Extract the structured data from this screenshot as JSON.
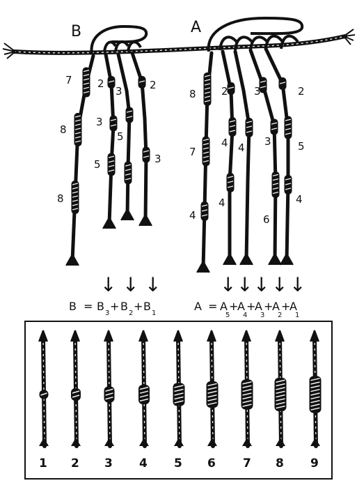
{
  "figure": {
    "quipu_B": {
      "label": "B",
      "pendants": [
        {
          "knots": [
            "7",
            "8",
            "8"
          ]
        },
        {
          "knots": [
            "2",
            "3",
            "5"
          ]
        },
        {
          "knots": [
            "3",
            "5"
          ]
        },
        {
          "knots": [
            "2",
            "3"
          ]
        }
      ]
    },
    "quipu_A": {
      "label": "A",
      "pendants": [
        {
          "knots": [
            "8",
            "7",
            "4"
          ]
        },
        {
          "knots": [
            "2",
            "4",
            "4"
          ]
        },
        {
          "knots": [
            "4"
          ]
        },
        {
          "knots": [
            "3",
            "3",
            "6"
          ]
        },
        {
          "knots": [
            "2",
            "5",
            "4"
          ]
        }
      ]
    },
    "arrow_glyph": "↓",
    "equation_B": {
      "lhs": "B",
      "eq": "=",
      "terms": [
        {
          "base": "B",
          "sub": "3"
        },
        {
          "base": "B",
          "sub": "2"
        },
        {
          "base": "B",
          "sub": "1"
        }
      ],
      "plus": "+"
    },
    "equation_A": {
      "lhs": "A",
      "eq": "=",
      "terms": [
        {
          "base": "A",
          "sub": "5"
        },
        {
          "base": "A",
          "sub": "4"
        },
        {
          "base": "A",
          "sub": "3"
        },
        {
          "base": "A",
          "sub": "2"
        },
        {
          "base": "A",
          "sub": "1"
        }
      ],
      "plus": "+"
    },
    "knot_samples": [
      "1",
      "2",
      "3",
      "4",
      "5",
      "6",
      "7",
      "8",
      "9"
    ],
    "colors": {
      "ink": "#111111",
      "cord_light": "#f4f4f4",
      "background": "#ffffff"
    }
  }
}
